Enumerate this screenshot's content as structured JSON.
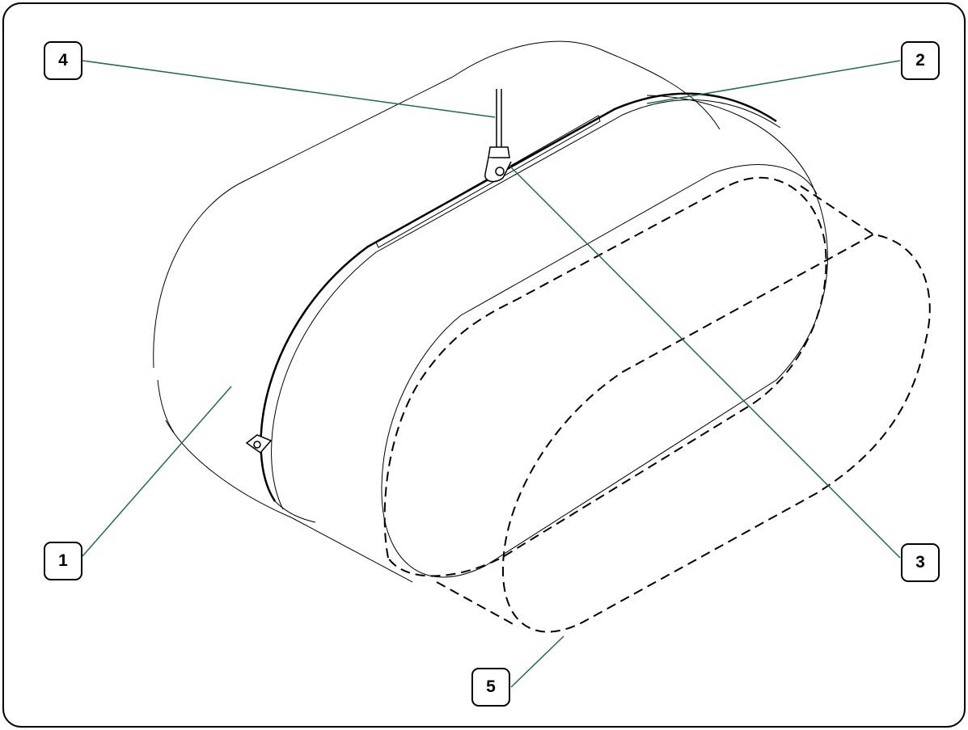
{
  "diagram": {
    "leader_color": "#1f6b4f",
    "callouts": [
      {
        "id": "1",
        "label": "1"
      },
      {
        "id": "2",
        "label": "2"
      },
      {
        "id": "3",
        "label": "3"
      },
      {
        "id": "4",
        "label": "4"
      },
      {
        "id": "5",
        "label": "5"
      }
    ]
  }
}
